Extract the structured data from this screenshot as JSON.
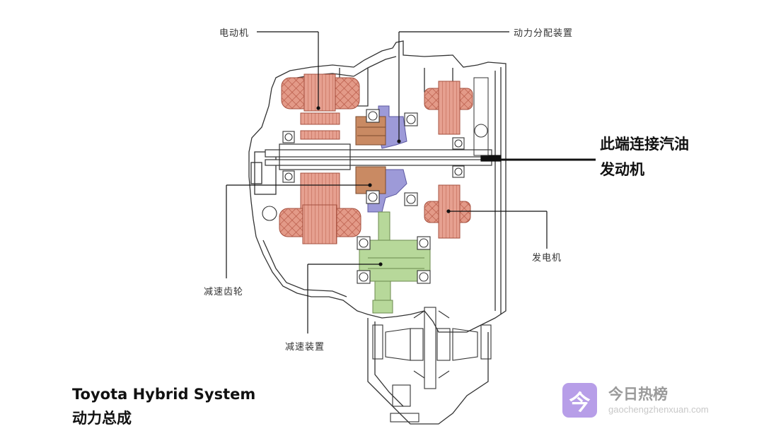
{
  "labels": {
    "motor": "电动机",
    "power_split": "动力分配装置",
    "engine_side_line1": "此端连接汽油",
    "engine_side_line2": "发动机",
    "generator": "发电机",
    "reduction_gear": "减速齿轮",
    "reduction_device": "减速装置"
  },
  "title": {
    "line1": "Toyota Hybrid System",
    "line2": "动力总成"
  },
  "watermark": {
    "logo_glyph": "今",
    "name": "今日热榜",
    "url": "gaochengzhenxuan.com"
  },
  "colors": {
    "copper": "#e08a78",
    "copper_dark": "#c96c58",
    "bronze": "#c98a63",
    "purple": "#9d9ad8",
    "green": "#b7d89a",
    "outline": "#333333",
    "logo_bg": "#b79ee8"
  }
}
